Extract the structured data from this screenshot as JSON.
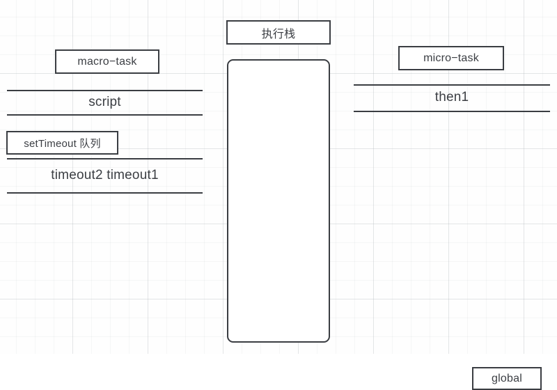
{
  "diagram": {
    "title_note": "JavaScript event loop diagram on graph paper",
    "background": {
      "style": "graph-paper-grid",
      "paper_color": "#fefefe",
      "grid_color": "#a5aaaf"
    },
    "stroke_color": "#3a3d42",
    "text_color": "#3b3e43",
    "macro_task": {
      "box_label": "macro−task",
      "entries": [
        {
          "name": "script",
          "text": "script"
        },
        {
          "name": "timeout-queue",
          "text": "timeout2 timeout1"
        }
      ],
      "queue_box_label": "setTimeout 队列"
    },
    "call_stack": {
      "title": "执行栈",
      "frames": [
        {
          "label": "global"
        }
      ]
    },
    "micro_task": {
      "box_label": "micro−task",
      "entries": [
        {
          "name": "then1",
          "text": "then1"
        }
      ]
    }
  }
}
